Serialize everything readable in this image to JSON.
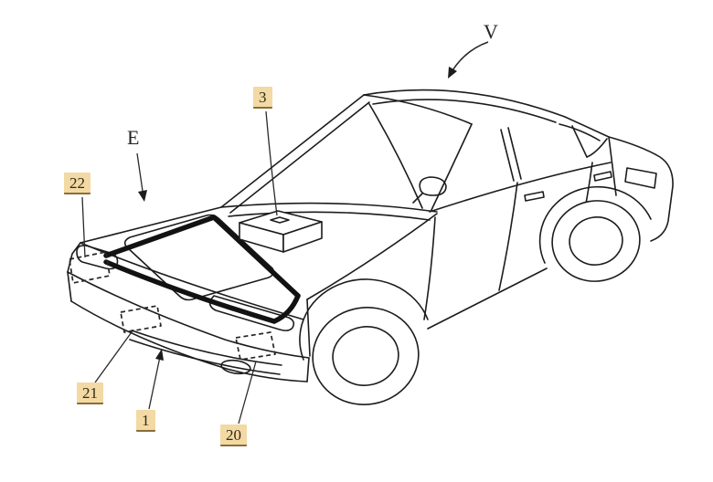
{
  "figure": {
    "reference_labels": {
      "v": {
        "text": "V"
      },
      "e": {
        "text": "E"
      },
      "n3": {
        "text": "3"
      },
      "n22": {
        "text": "22"
      },
      "n21": {
        "text": "21"
      },
      "n1": {
        "text": "1"
      },
      "n20": {
        "text": "20"
      }
    },
    "colors": {
      "highlight_bg": "#f3d9a3",
      "highlight_underline": "#8a6d3b",
      "line_color": "#1c1c1c",
      "background": "#ffffff"
    }
  }
}
